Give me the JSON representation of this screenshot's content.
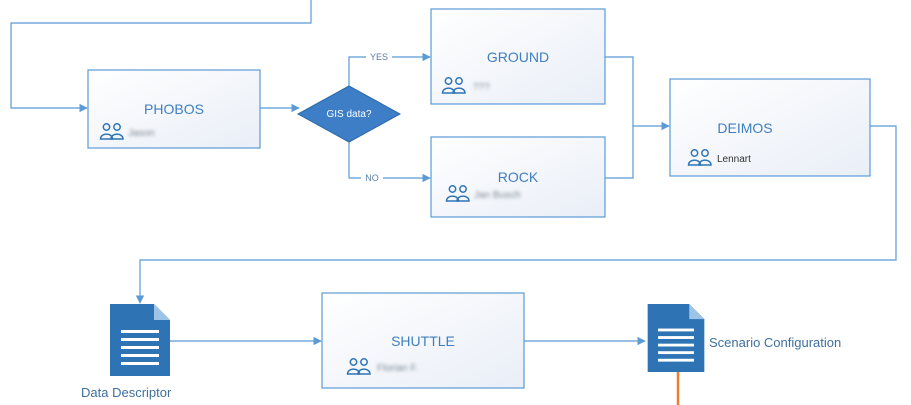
{
  "colors": {
    "accent": "#5b9bd5",
    "decision_fill": "#3d7ec7",
    "document_fill": "#2e74b5",
    "orange_line": "#ed7d31"
  },
  "boxes": {
    "phobos": {
      "title": "PHOBOS",
      "owner": "Jason"
    },
    "ground": {
      "title": "GROUND",
      "owner": "???"
    },
    "rock": {
      "title": "ROCK",
      "owner": "Jan Busch"
    },
    "deimos": {
      "title": "DEIMOS",
      "owner": "Lennart"
    },
    "shuttle": {
      "title": "SHUTTLE",
      "owner": "Florian F."
    }
  },
  "decision": {
    "label": "GIS data?"
  },
  "edge_labels": {
    "yes": "YES",
    "no": "NO"
  },
  "documents": {
    "data_descriptor": {
      "label": "Data Descriptor"
    },
    "scenario_configuration": {
      "label": "Scenario Configuration"
    }
  },
  "icons": {
    "owner": "users-icon",
    "document": "document-icon"
  }
}
